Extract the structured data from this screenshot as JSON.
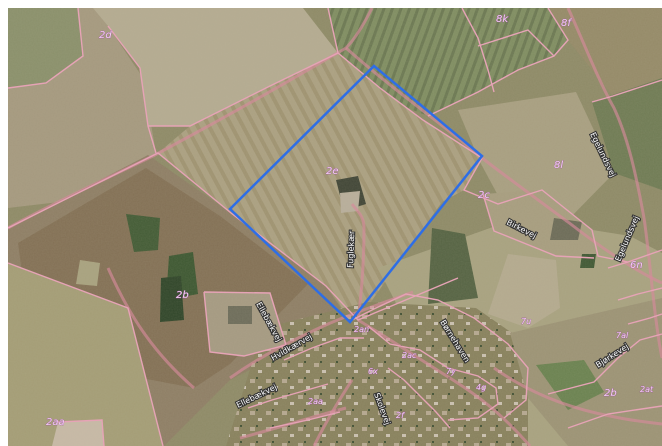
{
  "map": {
    "background": "#8d8a64",
    "selection_color": "#2e6ee6",
    "parcel_line_color": "#e6a3b6",
    "road_label_color": "#ffffff"
  },
  "labels": {
    "parcel_main": "2e",
    "parcel_woods": "2b",
    "parcel_top_left": "2d",
    "parcel_top_mid": "8k",
    "parcel_top_right": "8f",
    "parcel_right_mid": "8l",
    "parcel_far_right_1": "6n",
    "parcel_far_right_2": "2b",
    "parcel_bottom_left": "2aa",
    "parcel_east_small": "2c",
    "parcel_town_1": "2an",
    "parcel_town_2": "7u",
    "parcel_town_3": "2ac",
    "parcel_town_4": "6x",
    "parcel_town_5": "7y",
    "parcel_town_6": "4g",
    "parcel_town_7": "2aa",
    "parcel_town_8": "2f",
    "parcel_town_9": "7al",
    "parcel_town_10": "2at"
  },
  "roads": {
    "egelund_1": "Egelundsvej",
    "egelund_2": "Egelundsvej",
    "birkevej": "Birkevej",
    "fuglekaer": "Fuglekær",
    "bornehaven": "Børnehaven",
    "hvidkaervej": "Hvidkærvej",
    "ellebaekvej": "Ellebækvej",
    "ellebaek_upper": "Ellebækvej",
    "skolevej": "Skolevej",
    "bjoerkevej": "Bjørkevej"
  }
}
